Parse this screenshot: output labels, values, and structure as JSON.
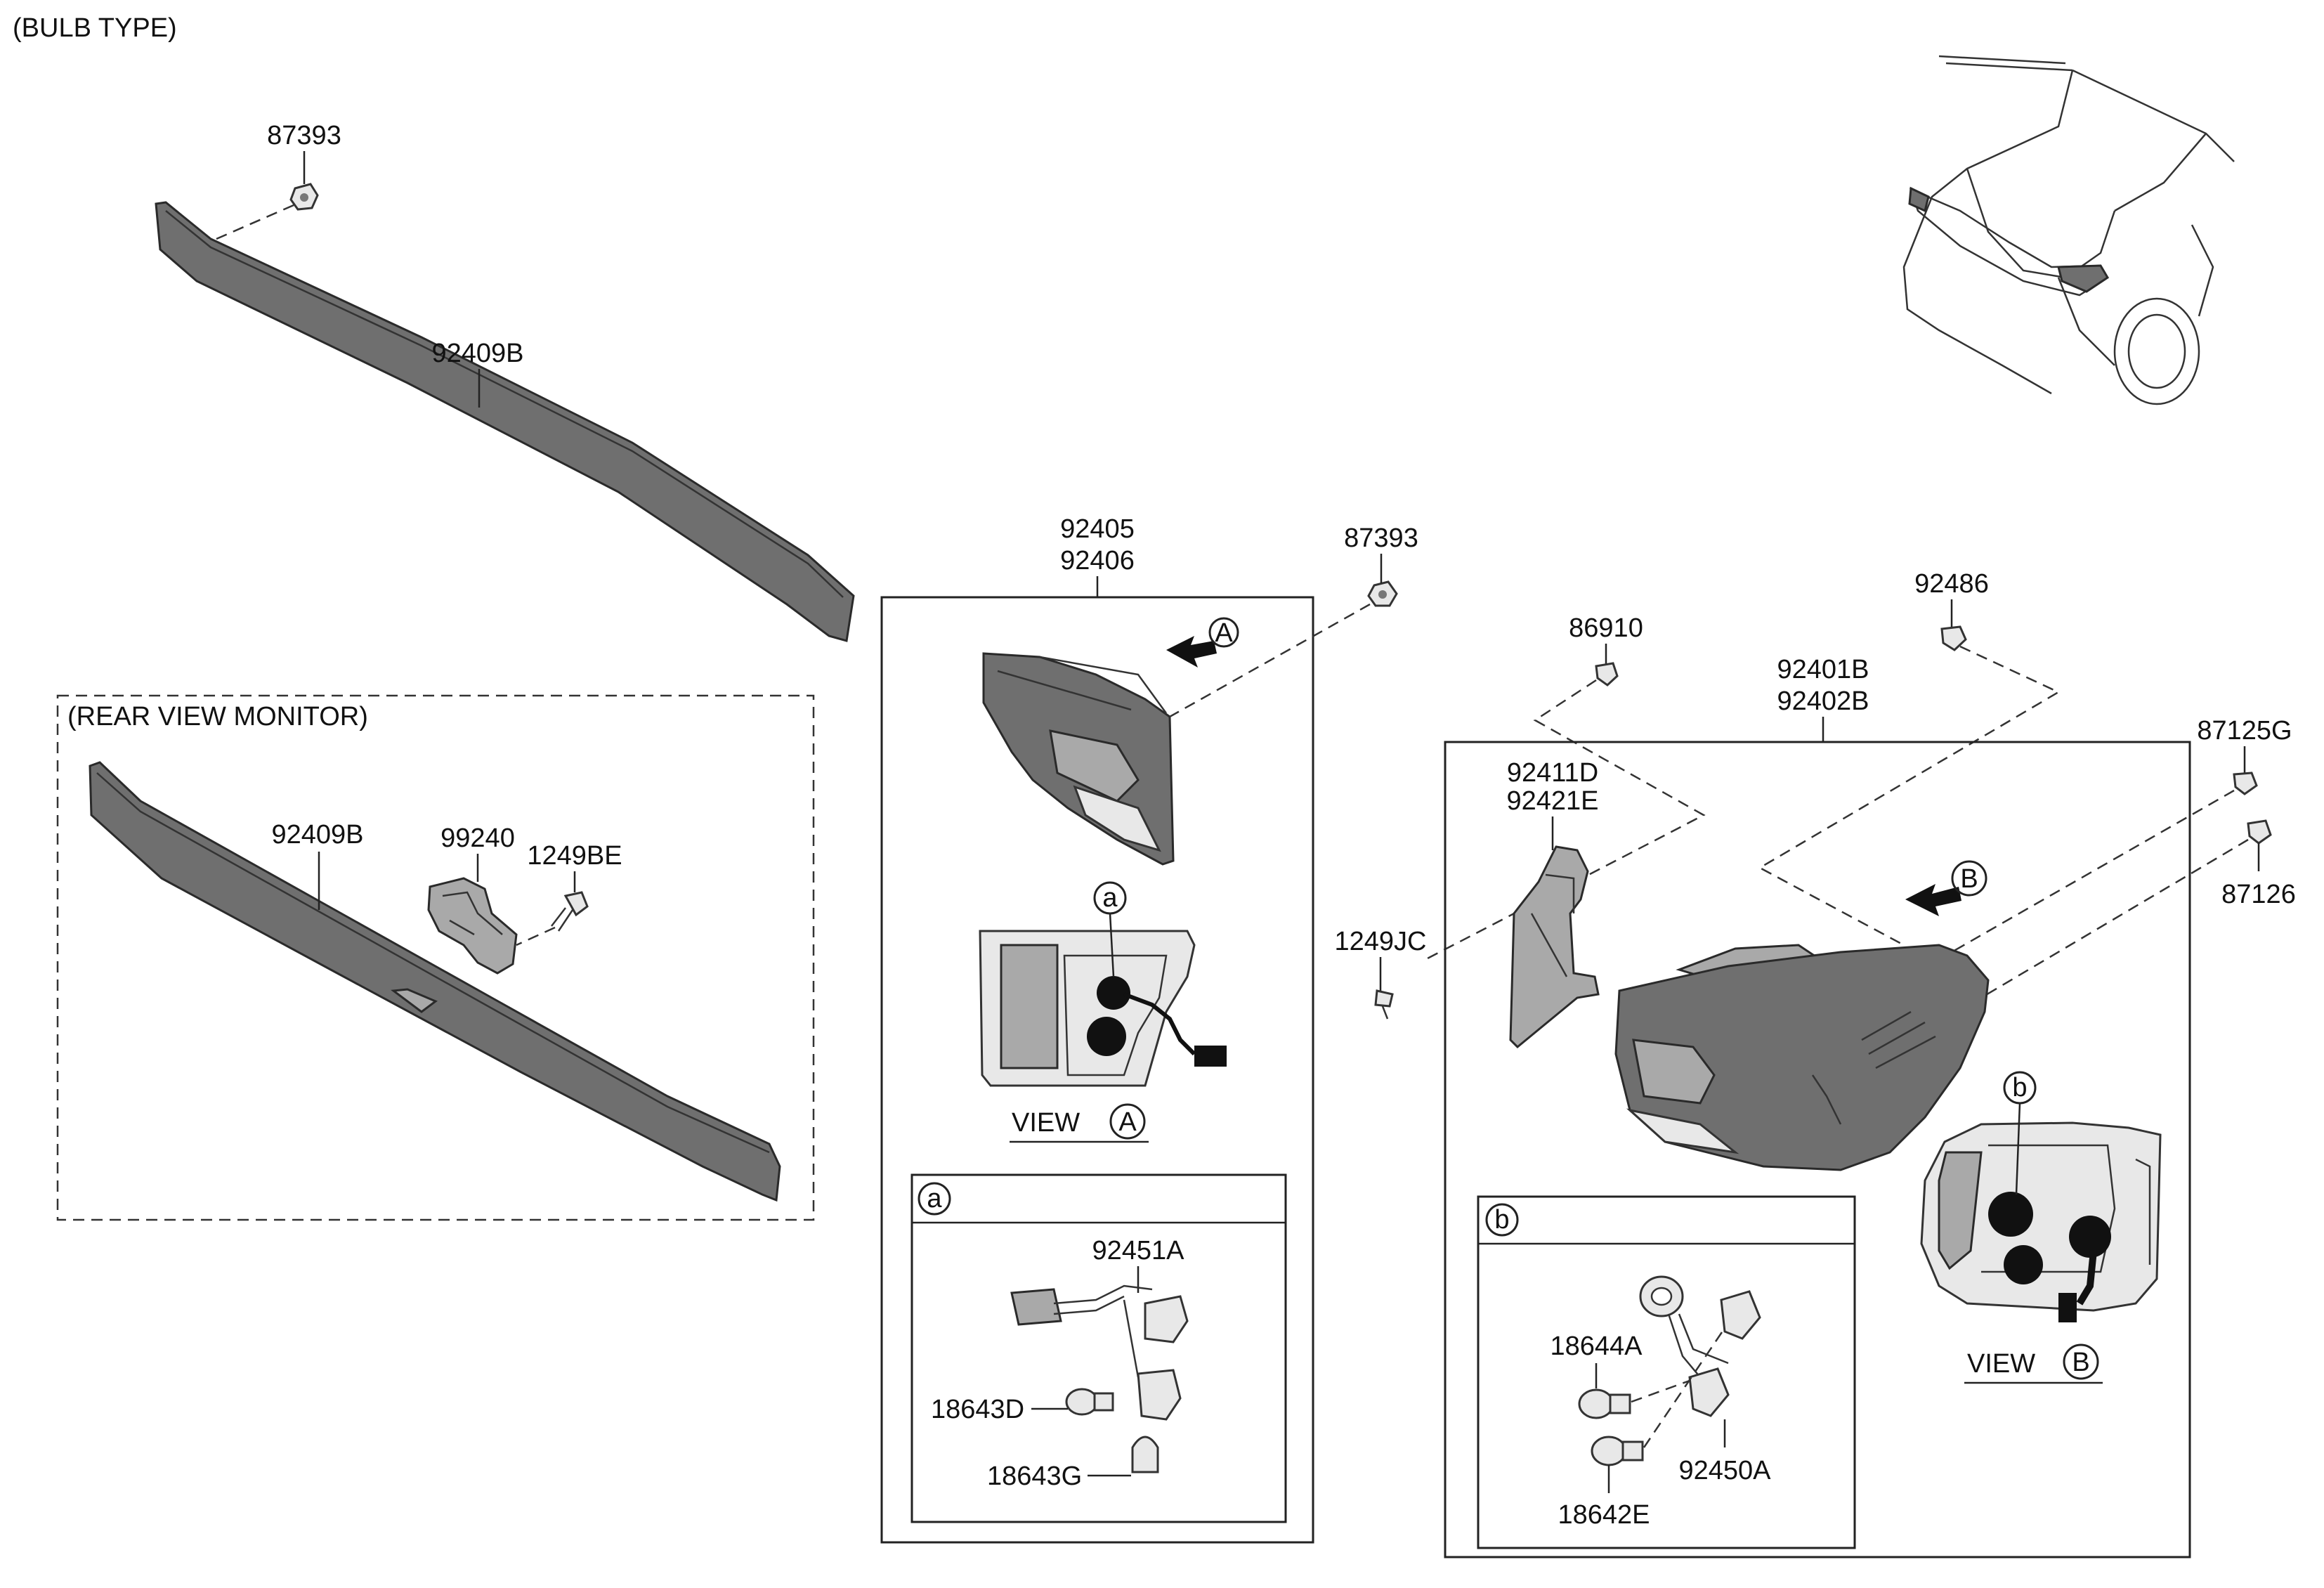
{
  "header": {
    "bulb_type": "(BULB TYPE)"
  },
  "rear_view_monitor": {
    "title": "(REAR VIEW MONITOR)"
  },
  "view_labels": {
    "view": "VIEW",
    "a_letter": "A",
    "b_letter": "B"
  },
  "detail_labels": {
    "a": "a",
    "b": "b"
  },
  "parts": {
    "p87393_top": "87393",
    "p92409b_top": "92409B",
    "p92409b_rvm": "92409B",
    "p99240": "99240",
    "p1249be": "1249BE",
    "p92405": "92405",
    "p92406": "92406",
    "p87393_mid": "87393",
    "p92451a": "92451A",
    "p18643d": "18643D",
    "p18643g": "18643G",
    "p86910": "86910",
    "p92486": "92486",
    "p92401b": "92401B",
    "p92402b": "92402B",
    "p87125g": "87125G",
    "p87126": "87126",
    "p92411d": "92411D",
    "p92421e": "92421E",
    "p1249jc": "1249JC",
    "p18644a": "18644A",
    "p18642e": "18642E",
    "p92450a": "92450A"
  }
}
